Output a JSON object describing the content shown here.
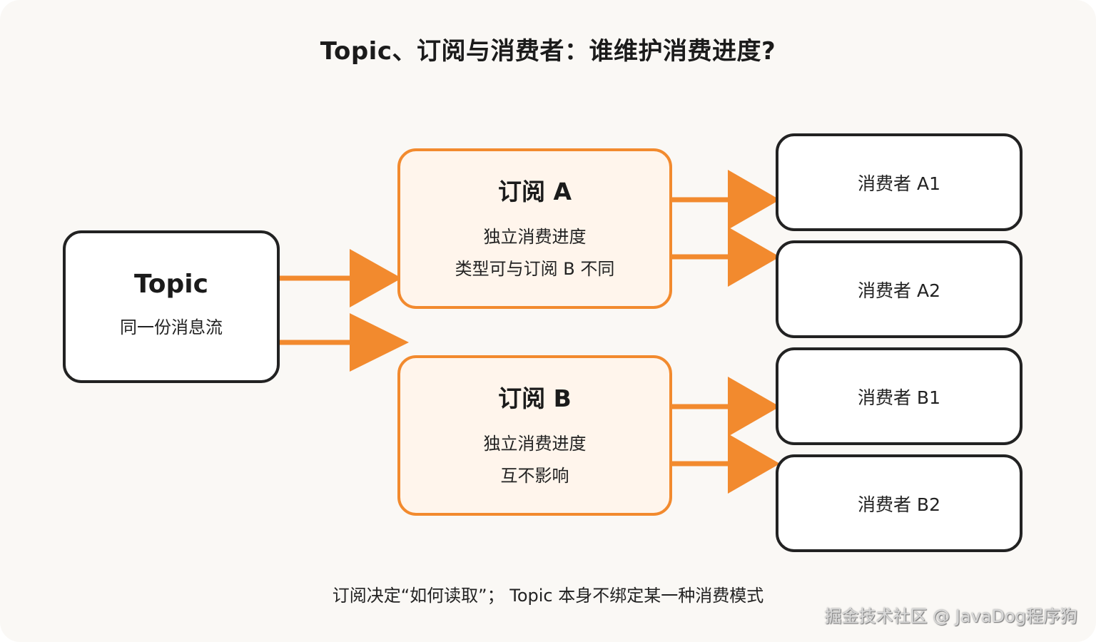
{
  "title": "Topic、订阅与消费者：谁维护消费进度?",
  "topic": {
    "title": "Topic",
    "subtitle": "同一份消息流"
  },
  "subscription_a": {
    "title": "订阅 A",
    "line1": "独立消费进度",
    "line2": "类型可与订阅 B 不同"
  },
  "subscription_b": {
    "title": "订阅 B",
    "line1": "独立消费进度",
    "line2": "互不影响"
  },
  "consumers": [
    "消费者 A1",
    "消费者 A2",
    "消费者 B1",
    "消费者 B2"
  ],
  "footer": "订阅决定“如何读取”； Topic 本身不绑定某一种消费模式",
  "watermark": "掘金技术社区 @ JavaDog程序狗",
  "colors": {
    "accent": "#f28a2e",
    "border": "#222222",
    "background": "#faf8f5"
  }
}
